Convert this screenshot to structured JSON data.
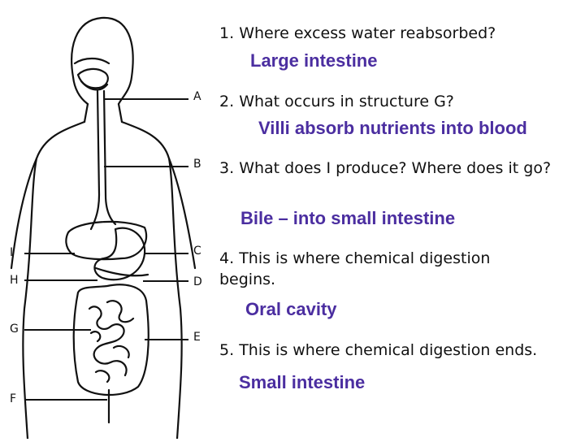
{
  "diagram": {
    "labels": {
      "A": "A",
      "B": "B",
      "C": "C",
      "D": "D",
      "E": "E",
      "F": "F",
      "G": "G",
      "H": "H",
      "I": "I"
    }
  },
  "questions": [
    {
      "number": "1.",
      "text": "Where excess water reabsorbed?",
      "answer": "Large intestine"
    },
    {
      "number": "2.",
      "text": "What occurs in structure G?",
      "answer": "Villi absorb nutrients into blood"
    },
    {
      "number": "3.",
      "text": "What does I produce? Where does it go?",
      "answer": "Bile – into small intestine"
    },
    {
      "number": "4.",
      "text": "This is where chemical digestion begins.",
      "answer": "Oral cavity"
    },
    {
      "number": "5.",
      "text": "This is where chemical digestion ends.",
      "answer": "Small intestine"
    }
  ],
  "colors": {
    "answer": "#4b2ea0",
    "text": "#111111"
  }
}
